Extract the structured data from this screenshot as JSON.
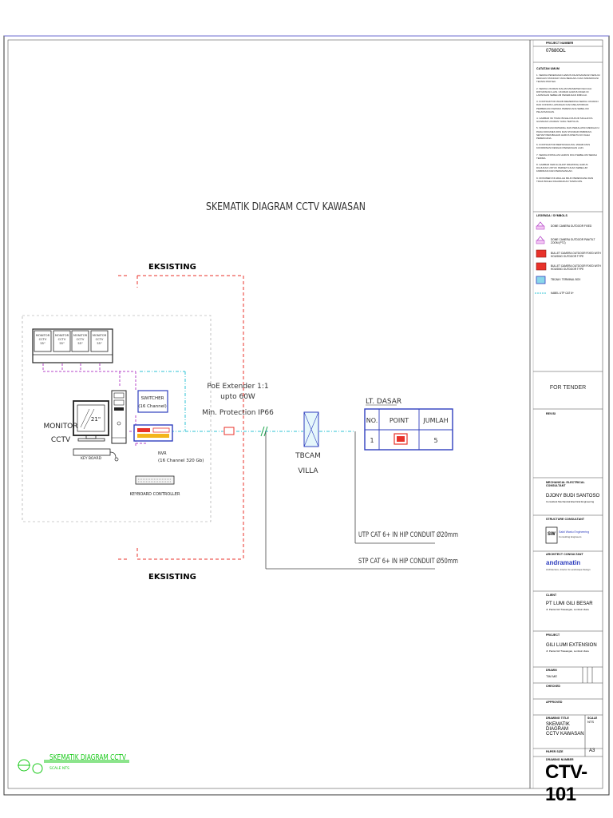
{
  "diagram": {
    "title": "SKEMATIK DIAGRAM CCTV KAWASAN",
    "eksisting_top": "EKSISTING",
    "eksisting_bottom": "EKSISTING",
    "monitors": [
      "MONITOR CCTV 55\"",
      "MONITOR CCTV 55\"",
      "MONITOR CCTV 55\"",
      "MONITOR CCTV 55\""
    ],
    "monitor_cctv_label_1": "MONITOR",
    "monitor_cctv_label_2": "CCTV",
    "screen_size": "21\"",
    "keyboard_label": "KEY BOARD",
    "switcher_label_1": "SWITCHER",
    "switcher_label_2": "(16 Channel)",
    "nvr_label_1": "NVR",
    "nvr_label_2": "(16 Channel 320 Gb)",
    "keyboard_controller": "KEYBOARD CONTROLLER",
    "poe_line1": "PoE Extender 1:1",
    "poe_line2": "upto 60W",
    "poe_line3": "Min. Protection IP66",
    "tbcam_1": "TBCAM",
    "tbcam_2": "VILLA",
    "floor_label": "LT. DASAR",
    "table_headers": [
      "NO.",
      "POINT",
      "JUMLAH"
    ],
    "table_row": [
      "1",
      "",
      "5"
    ],
    "utp_label": "UTP CAT 6+ IN HIP CONDUIT Ø20mm",
    "stp_label": "STP CAT 6+ IN HIP CONDUIT Ø50mm",
    "footer_title": "SKEMATIK DIAGRAM CCTV",
    "footer_scale": "SCALE NTS"
  },
  "titleblock": {
    "project_number_label": "PROJECT NUMBER",
    "project_number": "07680OL",
    "general_notes_label": "CATATAN UMUM",
    "notes": [
      "1. SEMUA PEKERJAAN HARUS DILAKSANAKAN SESUAI DENGAN STANDAR YANG BERLAKU DAN SPESIFIKASI TEKNIS PROYEK.",
      "2. SEMUA UKURAN DALAM MILIMETER KECUALI DINYATAKAN LAIN. UKURAN HARUS DICEK DI LAPANGAN SEBELUM PEKERJAAN DIMULAI.",
      "3. KONTRAKTOR WAJIB MEMERIKSA SEMUA UKURAN DAN KONDISI LAPANGAN DAN MELAPORKAN PERBEDAAN KEPADA PERENCANA SEBELUM PELAKSANAAN.",
      "4. GAMBAR INI TIDAK BOLEH DIUKUR SKALANYA. GUNAKAN UKURAN YANG TERTULIS.",
      "5. SPESIFIKASI MATERIAL DAN PERALATAN MENGACU PADA DOKUMEN RKS DAN STANDAR PABRIKAN. SETIAP PERUBAHAN HARUS DISETUJUI OLEH PERENCANA.",
      "6. KONTRAKTOR BERTANGGUNG JAWAB ATAS KOORDINASI DENGAN PEKERJAAN LAIN.",
      "7. SEMUA INSTALASI HARUS DIUJI SEBELUM SERAH TERIMA.",
      "8. GAMBAR KERJA (SHOP DRAWING) HARUS DIAJUKAN UNTUK PERSETUJUAN SEBELUM FABRIKASI DAN PEMASANGAN.",
      "9. DOKUMEN INI ADALAH MILIK PERENCANA DAN TIDAK BOLEH DIGANDAKAN TANPA IZIN."
    ],
    "legend_label": "LEGENDA / SYMBOLS",
    "legend": [
      "DOME CAMERA OUTDOOR FIXED",
      "DOME CAMERA OUTDOOR PAN/TILT ZOOM (PTZ)",
      "BULLET CAMERA OUTDOOR FIXED WITH HOUSING OUTDOOR TYPE",
      "BULLET CAMERA OUTDOOR FIXED WITH HOUSING OUTDOOR TYPE",
      "TBCAM / TERMINAL BOX",
      "KABEL UTP CAT 6+"
    ],
    "for_tender": "FOR TENDER",
    "revision_label": "REVISI",
    "architect_label": "MECHANICAL ELECTRICAL CONSULTANT",
    "architect_name": "DJONY BUDI SANTOSO",
    "architect_sub": "Consultant Mechanical Electrical Engineering",
    "structure_label": "STRUCTURE CONSULTANT",
    "sw_logo": "SW",
    "structure_name": "Sakti Wastu Engineering",
    "structure_sub": "Consulting Engineers",
    "arch_label": "ARCHITECT CONSULTANT",
    "arch_logo": "andramatin",
    "arch_sub": "Architecture, Interior & Landscape Design",
    "client_label": "CLIENT",
    "client_name": "PT LUMI GILI BESAR",
    "client_sub": "Jl. Pantai Gili Trawangan, Lombok Utara",
    "project_label": "PROJECT",
    "project_name": "GILI LUMI EXTENSION",
    "project_sub": "Jl. Pantai Gili Trawangan, Lombok Utara",
    "drawn_label": "DRAWN",
    "drawn_by": "TIM ME",
    "checked_label": "CHECKED",
    "approved_label": "APPROVED",
    "drawing_title_label": "DRAWING TITLE",
    "drawing_title_1": "SKEMATIK DIAGRAM",
    "drawing_title_2": "CCTV KAWASAN",
    "scale_label": "SCALE",
    "scale_value": "NTS",
    "paper_label": "PAPER SIZE",
    "paper_value": "A3",
    "drawing_number_label": "DRAWING NUMBER",
    "drawing_number": "CTV-101"
  },
  "colors": {
    "red_dashed": "#e8322a",
    "magenta_dashed": "#b445c8",
    "cyan_dashed": "#2fc3d6",
    "blue_device": "#2f3fbf",
    "green_footer": "#19c919"
  }
}
